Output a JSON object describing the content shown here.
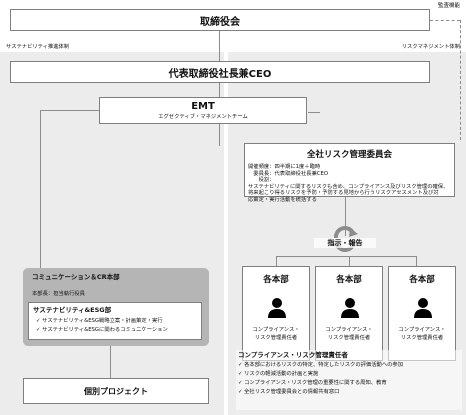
{
  "board": {
    "label": "取締役会",
    "audit": "監査機能"
  },
  "sections": {
    "sustainability": "サステナビリティ推進体制",
    "risk": "リスクマネジメント体制"
  },
  "ceo": {
    "label": "代表取締役社長兼CEO"
  },
  "emt": {
    "title": "EMT",
    "subtitle": "エグゼクティブ・マネジメントチーム"
  },
  "risk_committee": {
    "title": "全社リスク管理委員会",
    "lines": [
      "開催頻度：四半期に1度＋臨時",
      "　委員長：代表取締役社長兼CEO",
      "　　役割：",
      "サステナビリティに関するリスクも含め、コンプライアンス及びリスク管理の確保、",
      "将来起こり得るリスクを予防・予防する見地から行うリスクアセスメント及び対",
      "応策定・実行活動を統括する"
    ]
  },
  "report_label": "指示・報告",
  "comm": {
    "title": "コミュニケーション＆CR本部",
    "head": "本部長：担当執行役員",
    "esg_title": "サステナビリティ&ESG部",
    "esg_items": [
      "✓ サステナビリティ&ESG戦略立案・計画策定・実行",
      "✓ サステナビリティ&ESGに関わるコミュニケーション"
    ]
  },
  "departments": [
    {
      "label": "各本部",
      "role1": "コンプライアンス・",
      "role2": "リスク管理責任者"
    },
    {
      "label": "各本部",
      "role1": "コンプライアンス・",
      "role2": "リスク管理責任者"
    },
    {
      "label": "各本部",
      "role1": "コンプライアンス・",
      "role2": "リスク管理責任者"
    }
  ],
  "officer": {
    "title": "コンプライアンス・リスク管理責任者",
    "items": [
      "✓ 各本部におけるリスクの特定、特定したリスクの評価活動への参加",
      "✓ リスクの軽減活動の計画と実施",
      "✓ コンプライアンス・リスク管理の重要性に関する周知、教育",
      "✓ 全社リスク管理委員会との情報共有窓口"
    ]
  },
  "project": {
    "label": "個別プロジェクト"
  }
}
